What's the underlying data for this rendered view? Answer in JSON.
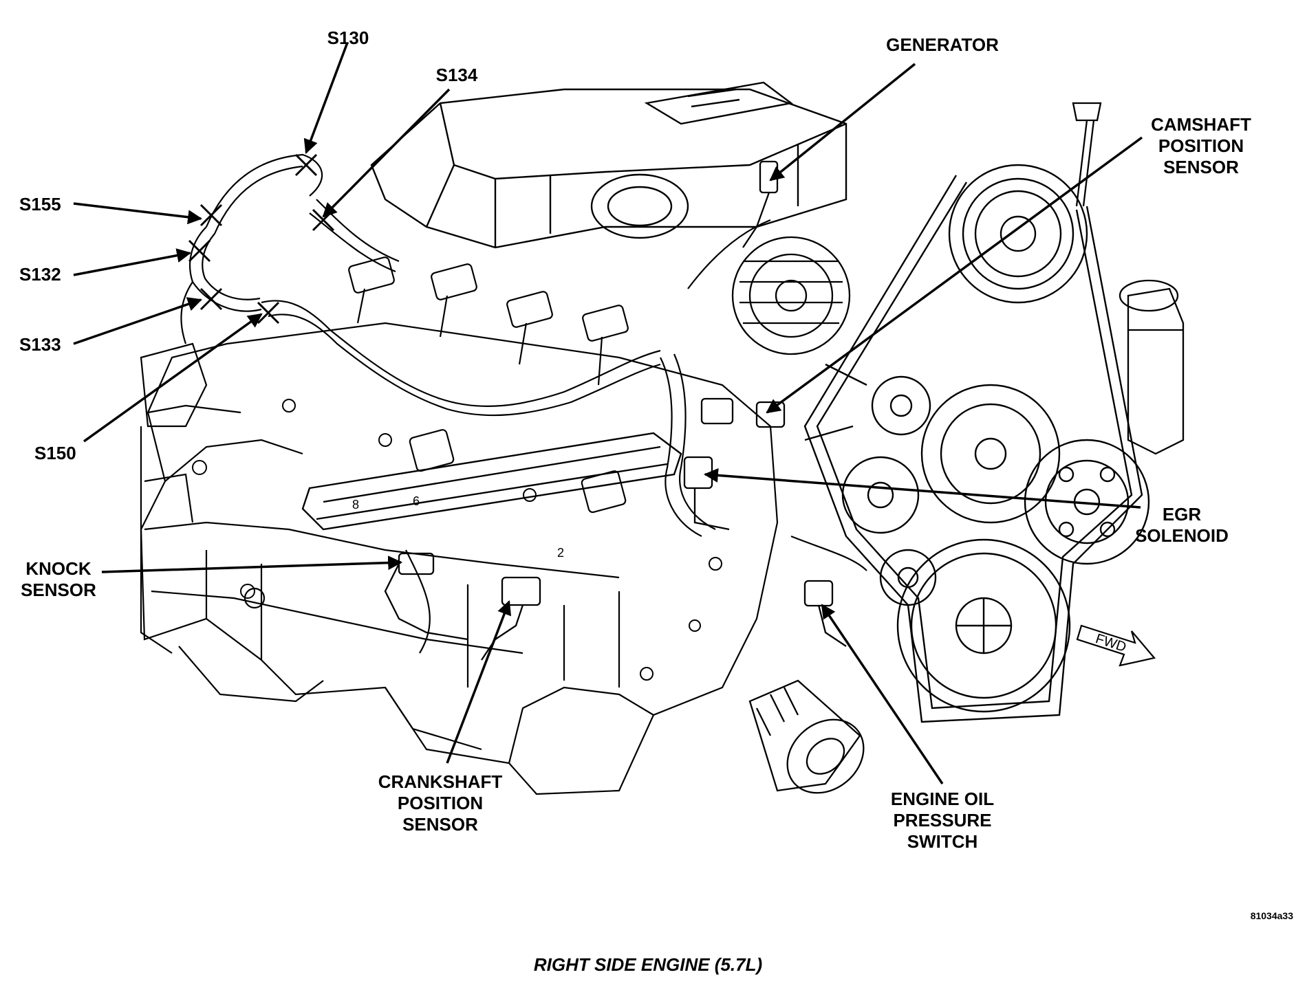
{
  "callouts": {
    "s130": "S130",
    "s134": "S134",
    "s155": "S155",
    "s132": "S132",
    "s133": "S133",
    "s150": "S150",
    "generator": "GENERATOR",
    "camshaft": "CAMSHAFT\nPOSITION\nSENSOR",
    "egr": "EGR\nSOLENOID",
    "knock": "KNOCK\nSENSOR",
    "crankshaft": "CRANKSHAFT\nPOSITION\nSENSOR",
    "oil_pressure": "ENGINE OIL\nPRESSURE\nSWITCH"
  },
  "fwd_marker": "FWD",
  "figure_code": "81034a33",
  "caption": "RIGHT SIDE ENGINE (5.7L)"
}
